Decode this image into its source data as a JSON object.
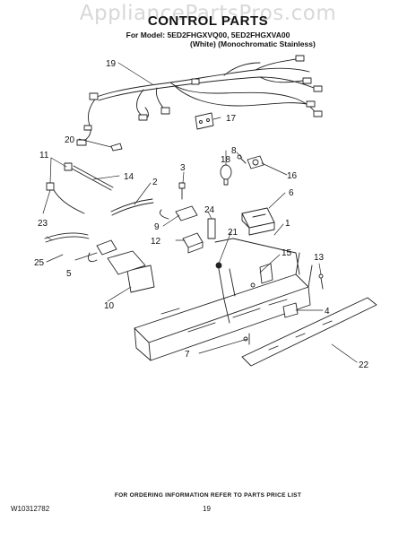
{
  "watermark": "AppliancePartsPros.com",
  "title": "CONTROL PARTS",
  "model_line": "For Model: 5ED2FHGXVQ00, 5ED2FHGXVA00",
  "variant_line": "(White)  (Monochromatic Stainless)",
  "footer_note": "FOR ORDERING INFORMATION REFER TO PARTS PRICE LIST",
  "doc_id": "W10312782",
  "page_number": "19",
  "callouts": {
    "c1": "1",
    "c2": "2",
    "c3": "3",
    "c4": "4",
    "c5": "5",
    "c6": "6",
    "c7": "7",
    "c8": "8",
    "c9": "9",
    "c10": "10",
    "c11": "11",
    "c12": "12",
    "c13": "13",
    "c14": "14",
    "c15": "15",
    "c16": "16",
    "c17": "17",
    "c18": "18",
    "c19": "19",
    "c20": "20",
    "c21": "21",
    "c22": "22",
    "c23": "23",
    "c24": "24",
    "c25": "25"
  }
}
